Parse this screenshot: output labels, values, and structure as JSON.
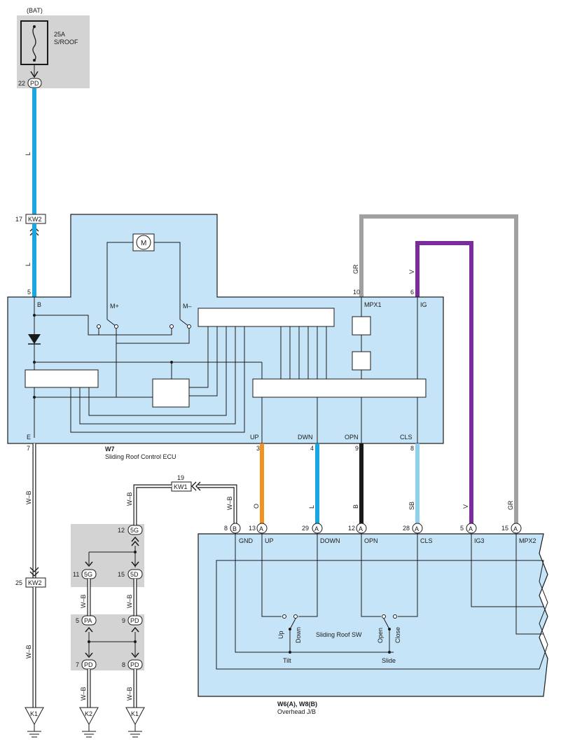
{
  "fuse": {
    "source_label": "(BAT)",
    "rating": "25A",
    "name": "S/ROOF",
    "pin": "22",
    "connector": "PD"
  },
  "connectors": {
    "kw2_top": {
      "pin": "17",
      "code": "KW2"
    },
    "kw2_bottom": {
      "pin": "25",
      "code": "KW2"
    },
    "kw1": {
      "pin": "19",
      "code": "KW1"
    },
    "c5g_top": {
      "pin": "12",
      "code": "5G"
    },
    "c5g_mid": {
      "pin": "11",
      "code": "5G"
    },
    "c5d": {
      "pin": "15",
      "code": "5D"
    },
    "cpa": {
      "pin": "5",
      "code": "PA"
    },
    "cpd_9": {
      "pin": "9",
      "code": "PD"
    },
    "cpd_7": {
      "pin": "7",
      "code": "PD"
    },
    "cpd_8": {
      "pin": "8",
      "code": "PD"
    }
  },
  "wire_colors": {
    "L": "#1aa7e0",
    "GR": "#a0a0a0",
    "V": "#7a2d9a",
    "O": "#f39220",
    "B": "#1a1a1a",
    "SB": "#8fd0f0",
    "W_B": "#ffffff"
  },
  "wire_labels": {
    "fuse_to_kw2": "L",
    "kw2_to_ecu": "L",
    "mpx1": "GR",
    "ig": "V",
    "up": "O",
    "dwn": "L",
    "opn": "B",
    "cls": "SB",
    "ig3": "V",
    "mpx2": "GR",
    "ecu_ground": "W–B",
    "ecu_ground2": "W–B",
    "jb_ground_left": "W–B",
    "jb_ground_right": "W–B",
    "ground_5g": "W–B",
    "ground_5d": "W–B",
    "ground_pd7": "W–B",
    "ground_pd8": "W–B"
  },
  "ecu": {
    "code": "W7",
    "name": "Sliding Roof Control ECU",
    "terminals": {
      "B": {
        "pin": "5",
        "label": "B"
      },
      "MPX1": {
        "pin": "10",
        "label": "MPX1"
      },
      "IG": {
        "pin": "6",
        "label": "IG"
      },
      "E": {
        "pin": "7",
        "label": "E"
      },
      "UP": {
        "pin": "3",
        "label": "UP"
      },
      "DWN": {
        "pin": "4",
        "label": "DWN"
      },
      "OPN": {
        "pin": "9",
        "label": "OPN"
      },
      "CLS": {
        "pin": "8",
        "label": "CLS"
      }
    },
    "motor_label": "M",
    "relay_plus": "M+",
    "relay_minus": "M–"
  },
  "junction_block": {
    "code": "W6(A), W8(B)",
    "name": "Overhead J/B",
    "terminals": [
      {
        "pin": "8",
        "connector": "B",
        "label": "GND"
      },
      {
        "pin": "13",
        "connector": "A",
        "label": "UP"
      },
      {
        "pin": "29",
        "connector": "A",
        "label": "DOWN"
      },
      {
        "pin": "12",
        "connector": "A",
        "label": "OPN"
      },
      {
        "pin": "28",
        "connector": "A",
        "label": "CLS"
      },
      {
        "pin": "5",
        "connector": "A",
        "label": "IG3"
      },
      {
        "pin": "15",
        "connector": "A",
        "label": "MPX2"
      }
    ],
    "switch": {
      "name": "Sliding Roof SW",
      "up": "Up",
      "down": "Down",
      "open": "Open",
      "close": "Close",
      "tilt": "Tilt",
      "slide": "Slide"
    }
  },
  "grounds": [
    "K1",
    "K2",
    "K1"
  ]
}
